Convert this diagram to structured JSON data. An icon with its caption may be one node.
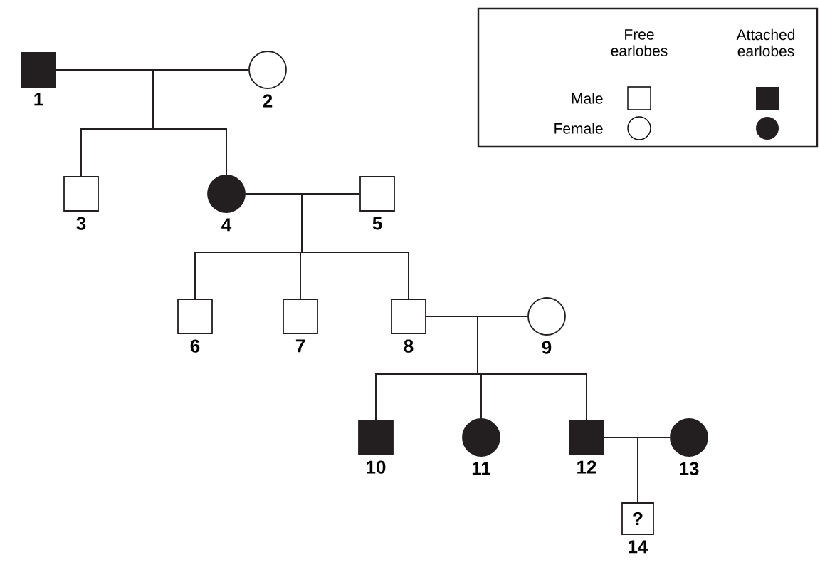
{
  "diagram": {
    "nodes": [
      {
        "text": [],
        "shape": "box",
        "beside": [
          "1"
        ]
      },
      {
        "text": [],
        "shape": "circle",
        "beside": [
          "2"
        ]
      },
      {
        "text": [],
        "shape": "box",
        "beside": [
          "3"
        ]
      },
      {
        "text": [],
        "shape": "circle",
        "beside": [
          "4"
        ]
      },
      {
        "text": [],
        "shape": "box",
        "beside": [
          "5"
        ]
      },
      {
        "text": [],
        "shape": "box",
        "beside": [
          "6"
        ]
      },
      {
        "text": [],
        "shape": "box",
        "beside": [
          "7"
        ]
      },
      {
        "text": [],
        "shape": "box",
        "beside": [
          "8"
        ]
      },
      {
        "text": [],
        "shape": "circle",
        "beside": [
          "9"
        ]
      },
      {
        "text": [],
        "shape": "box",
        "beside": [
          "10"
        ]
      },
      {
        "text": [],
        "shape": "circle",
        "beside": [
          "11"
        ]
      },
      {
        "text": [],
        "shape": "box",
        "beside": [
          "12"
        ]
      },
      {
        "text": [],
        "shape": "circle",
        "beside": [
          "13"
        ]
      },
      {
        "text": [
          "?"
        ],
        "beside": [
          "14"
        ]
      }
    ],
    "edges": [
      {
        "from": 0,
        "to": 1,
        "arrow": "none"
      },
      {
        "from": 0,
        "to": 2,
        "arrow": "none"
      },
      {
        "from": 1,
        "to": 2,
        "arrow": "none"
      },
      {
        "from": 0,
        "to": 3,
        "arrow": "none"
      },
      {
        "from": 1,
        "to": 3,
        "arrow": "none"
      },
      {
        "from": 3,
        "to": 4,
        "arrow": "none"
      },
      {
        "from": 3,
        "to": 5,
        "arrow": "none"
      },
      {
        "from": 4,
        "to": 5,
        "arrow": "none"
      },
      {
        "from": 3,
        "to": 6,
        "arrow": "none"
      },
      {
        "from": 4,
        "to": 6,
        "arrow": "none"
      },
      {
        "from": 3,
        "to": 7,
        "arrow": "none"
      },
      {
        "from": 4,
        "to": 7,
        "arrow": "none"
      },
      {
        "from": 7,
        "to": 8,
        "arrow": "none"
      },
      {
        "from": 7,
        "to": 9,
        "arrow": "none"
      },
      {
        "from": 8,
        "to": 9,
        "arrow": "none"
      },
      {
        "from": 7,
        "to": 10,
        "arrow": "none"
      },
      {
        "from": 8,
        "to": 10,
        "arrow": "none"
      },
      {
        "from": 7,
        "to": 11,
        "arrow": "none"
      },
      {
        "from": 8,
        "to": 11,
        "arrow": "none"
      },
      {
        "from": 11,
        "to": 12,
        "arrow": "none"
      },
      {
        "from": 11,
        "to": 13,
        "arrow": "none"
      },
      {
        "from": 12,
        "to": 13,
        "arrow": "none"
      }
    ],
    "labels": [
      "Free earlobes",
      "Attached earlobes",
      "Male",
      "Female"
    ]
  }
}
